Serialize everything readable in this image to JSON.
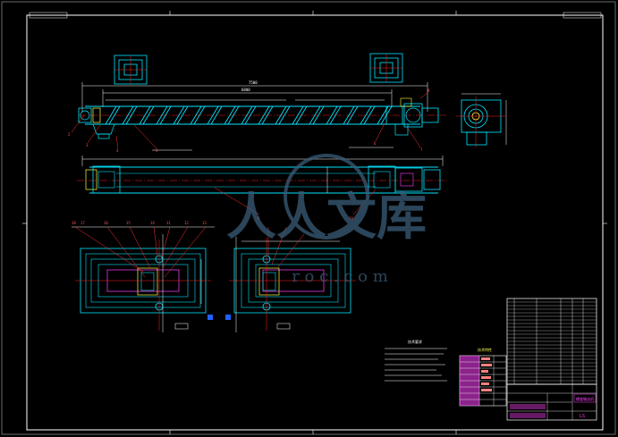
{
  "drawing": {
    "colors": {
      "background": "#000000",
      "frame": "#ffffff",
      "outline": "#00e5ff",
      "dimension": "#ffffff",
      "leader": "#ff3030",
      "centerline": "#ff2020",
      "hatch": "#ff40ff",
      "yellow": "#ffff40",
      "blue": "#2060ff",
      "watermark": "#3a5d78"
    },
    "watermark": {
      "main": "人人文库",
      "url": "r          o c . c o m"
    },
    "callouts_top": [
      "2",
      "3",
      "4",
      "5",
      "6",
      "7",
      "8",
      "9",
      "10"
    ],
    "callouts_bottom_left": [
      "18",
      "17",
      "16",
      "15",
      "14",
      "11",
      "12",
      "13"
    ],
    "notes_title": "技术要求",
    "table_title": "技术特性",
    "title_block": {
      "name": "螺旋输送机",
      "sheet": "LS"
    }
  }
}
